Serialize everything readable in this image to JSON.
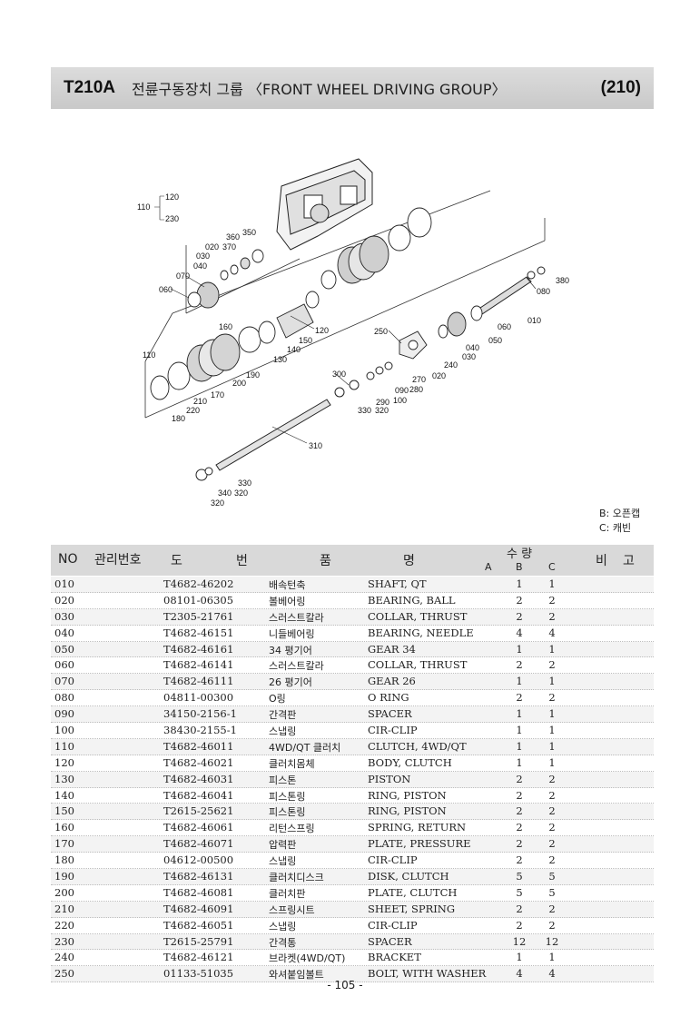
{
  "header": {
    "model": "T210A",
    "title": "전륜구동장치 그룹 〈FRONT WHEEL DRIVING GROUP〉",
    "page_code": "(210)"
  },
  "diagram": {
    "callouts": {
      "c110a": "110",
      "c120a": "120",
      "c230": "230",
      "c360": "360",
      "c350": "350",
      "c020a": "020",
      "c370": "370",
      "c030a": "030",
      "c040a": "040",
      "c070": "070",
      "c060a": "060",
      "c160": "160",
      "c120b": "120",
      "c150": "150",
      "c140": "140",
      "c130": "130",
      "c110b": "110",
      "c190": "190",
      "c200": "200",
      "c170": "170",
      "c210": "210",
      "c220": "220",
      "c180": "180",
      "c380": "380",
      "c080": "080",
      "c060b": "060",
      "c010": "010",
      "c050": "050",
      "c250": "250",
      "c040b": "040",
      "c030b": "030",
      "c240": "240",
      "c020b": "020",
      "c270": "270",
      "c300": "300",
      "c090": "090",
      "c280": "280",
      "c290": "290",
      "c100": "100",
      "c330a": "330",
      "c320a": "320",
      "c310": "310",
      "c330b": "330",
      "c340": "340",
      "c320b": "320",
      "c320c": "320"
    }
  },
  "legend": {
    "b": "B: 오픈캡",
    "c": "C: 캐빈"
  },
  "table": {
    "headers": {
      "no": "NO",
      "code": "관리번호",
      "drawing_1": "도",
      "drawing_2": "번",
      "name_1": "품",
      "name_2": "명",
      "qty": "수 량",
      "qty_a": "A",
      "qty_b": "B",
      "qty_c": "C",
      "remark_1": "비",
      "remark_2": "고"
    },
    "rows": [
      {
        "no": "010",
        "part": "T4682-46202",
        "kor": "배속턴축",
        "eng": "SHAFT, QT",
        "b": "1",
        "c": "1"
      },
      {
        "no": "020",
        "part": "08101-06305",
        "kor": "볼베어링",
        "eng": "BEARING, BALL",
        "b": "2",
        "c": "2"
      },
      {
        "no": "030",
        "part": "T2305-21761",
        "kor": "스러스트칼라",
        "eng": "COLLAR, THRUST",
        "b": "2",
        "c": "2"
      },
      {
        "no": "040",
        "part": "T4682-46151",
        "kor": "니들베어링",
        "eng": "BEARING, NEEDLE",
        "b": "4",
        "c": "4"
      },
      {
        "no": "050",
        "part": "T4682-46161",
        "kor": "34 평기어",
        "eng": "GEAR 34",
        "b": "1",
        "c": "1"
      },
      {
        "no": "060",
        "part": "T4682-46141",
        "kor": "스러스트칼라",
        "eng": "COLLAR, THRUST",
        "b": "2",
        "c": "2"
      },
      {
        "no": "070",
        "part": "T4682-46111",
        "kor": "26 평기어",
        "eng": "GEAR 26",
        "b": "1",
        "c": "1"
      },
      {
        "no": "080",
        "part": "04811-00300",
        "kor": "O링",
        "eng": "O RING",
        "b": "2",
        "c": "2"
      },
      {
        "no": "090",
        "part": "34150-2156-1",
        "kor": "간격판",
        "eng": "SPACER",
        "b": "1",
        "c": "1"
      },
      {
        "no": "100",
        "part": "38430-2155-1",
        "kor": "스냅링",
        "eng": "CIR-CLIP",
        "b": "1",
        "c": "1"
      },
      {
        "no": "110",
        "part": "T4682-46011",
        "kor": "4WD/QT 클러치",
        "eng": "CLUTCH, 4WD/QT",
        "b": "1",
        "c": "1"
      },
      {
        "no": "120",
        "part": "T4682-46021",
        "kor": "클러치몸체",
        "eng": "BODY, CLUTCH",
        "b": "1",
        "c": "1"
      },
      {
        "no": "130",
        "part": "T4682-46031",
        "kor": "피스톤",
        "eng": "PISTON",
        "b": "2",
        "c": "2"
      },
      {
        "no": "140",
        "part": "T4682-46041",
        "kor": "피스톤링",
        "eng": "RING, PISTON",
        "b": "2",
        "c": "2"
      },
      {
        "no": "150",
        "part": "T2615-25621",
        "kor": "피스톤링",
        "eng": "RING, PISTON",
        "b": "2",
        "c": "2"
      },
      {
        "no": "160",
        "part": "T4682-46061",
        "kor": "리턴스프링",
        "eng": "SPRING, RETURN",
        "b": "2",
        "c": "2"
      },
      {
        "no": "170",
        "part": "T4682-46071",
        "kor": "압력판",
        "eng": "PLATE, PRESSURE",
        "b": "2",
        "c": "2"
      },
      {
        "no": "180",
        "part": "04612-00500",
        "kor": "스냅링",
        "eng": "CIR-CLIP",
        "b": "2",
        "c": "2"
      },
      {
        "no": "190",
        "part": "T4682-46131",
        "kor": "클러치디스크",
        "eng": "DISK,  CLUTCH",
        "b": "5",
        "c": "5"
      },
      {
        "no": "200",
        "part": "T4682-46081",
        "kor": "클러치판",
        "eng": "PLATE, CLUTCH",
        "b": "5",
        "c": "5"
      },
      {
        "no": "210",
        "part": "T4682-46091",
        "kor": "스프링시트",
        "eng": "SHEET, SPRING",
        "b": "2",
        "c": "2"
      },
      {
        "no": "220",
        "part": "T4682-46051",
        "kor": "스냅링",
        "eng": "CIR-CLIP",
        "b": "2",
        "c": "2"
      },
      {
        "no": "230",
        "part": "T2615-25791",
        "kor": "간격통",
        "eng": "SPACER",
        "b": "12",
        "c": "12"
      },
      {
        "no": "240",
        "part": "T4682-46121",
        "kor": "브라켓(4WD/QT)",
        "eng": "BRACKET",
        "b": "1",
        "c": "1"
      },
      {
        "no": "250",
        "part": "01133-51035",
        "kor": "와셔붙임볼트",
        "eng": "BOLT, WITH WASHER",
        "b": "4",
        "c": "4"
      }
    ]
  },
  "footer": {
    "page_number": "- 105 -"
  }
}
